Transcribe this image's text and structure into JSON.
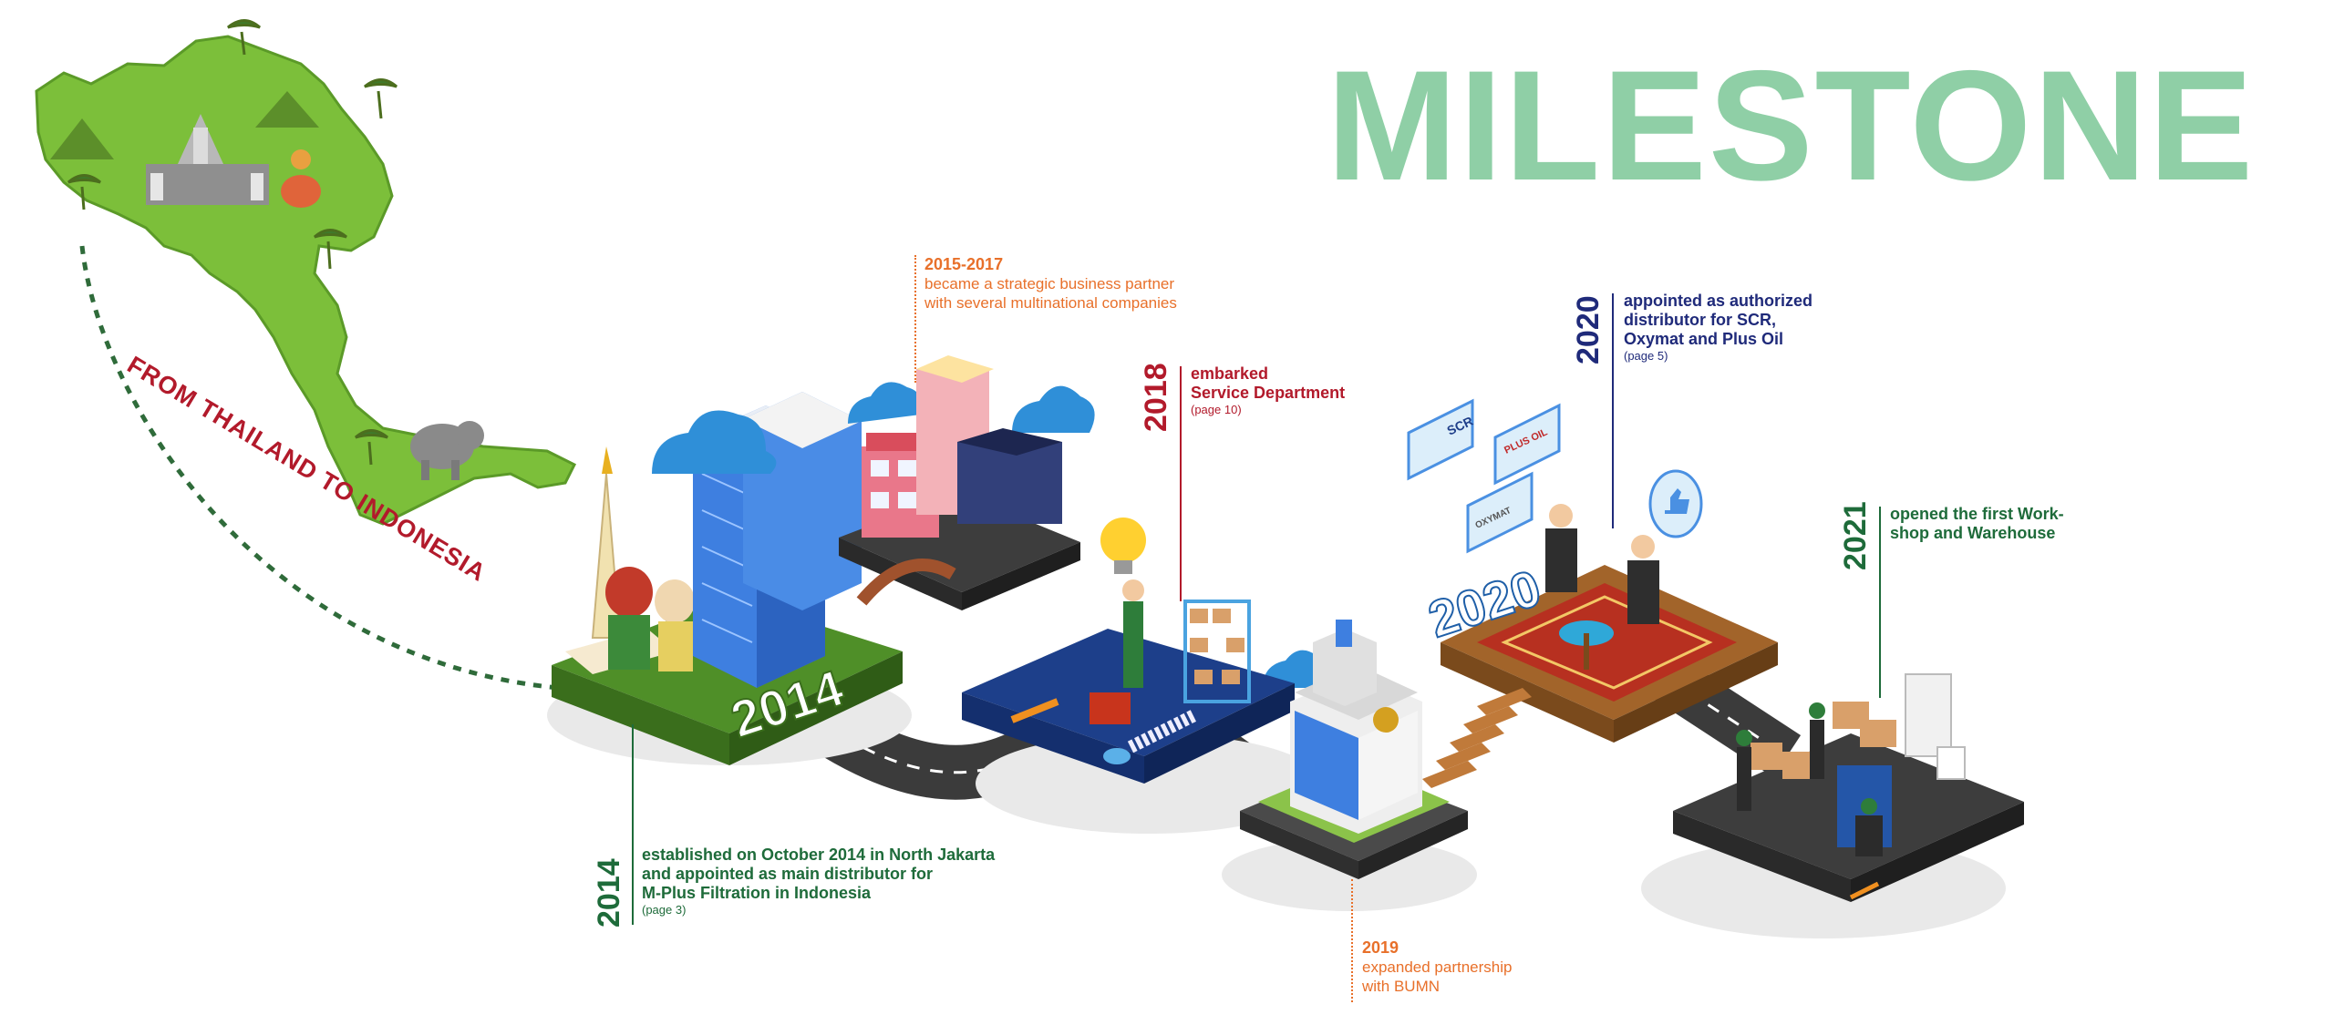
{
  "title": "MILESTONE",
  "tagline": "FROM THAILAND TO INDONESIA",
  "milestones": [
    {
      "year": "2014",
      "lines": [
        "established on October 2014 in North Jakarta",
        "and appointed as main distributor for",
        "M-Plus Filtration in Indonesia"
      ],
      "page": "(page 3)",
      "color": "#1e6b3a"
    },
    {
      "year": "2015-2017",
      "lines": [
        "became a strategic business partner",
        "with several multinational companies"
      ],
      "color": "#e8702a"
    },
    {
      "year": "2018",
      "lines": [
        "embarked",
        "Service Department"
      ],
      "page": "(page 10)",
      "color": "#b21a2b"
    },
    {
      "year": "2019",
      "lines": [
        "expanded partnership",
        "with BUMN"
      ],
      "color": "#e8702a"
    },
    {
      "year": "2020",
      "lines": [
        "appointed as authorized",
        "distributor for SCR,",
        "Oxymat and Plus Oil"
      ],
      "page": "(page 5)",
      "color": "#1f2a7a"
    },
    {
      "year": "2021",
      "lines": [
        "opened the first Work-",
        "shop and Warehouse"
      ],
      "color": "#1e6b3a"
    }
  ],
  "illustration": {
    "platform_labels": [
      "2014",
      "2020"
    ],
    "signs": [
      "SCR",
      "PLUS OIL",
      "OXYMAT"
    ],
    "colors": {
      "map_green": "#7cbf3a",
      "road": "#4a4a4a",
      "service_platform": "#1d3f8a",
      "carpet": "#b73020",
      "sky_blue": "#2f8fd8"
    }
  }
}
